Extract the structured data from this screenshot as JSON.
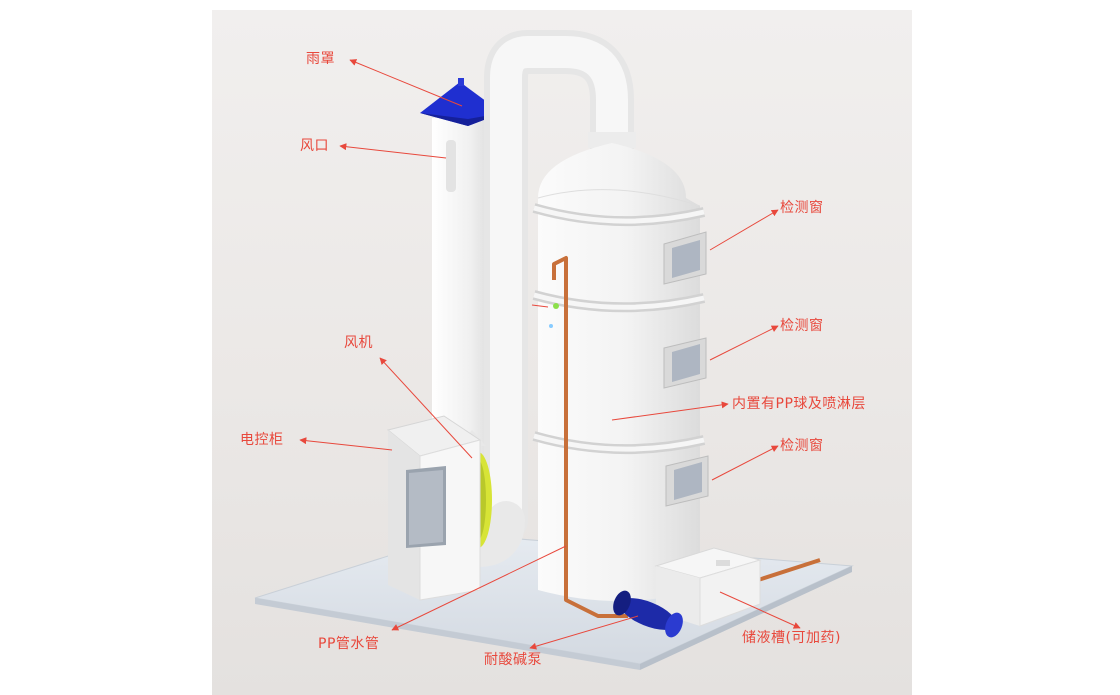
{
  "labels": {
    "rain_cover": "雨罩",
    "air_outlet": "风口",
    "inspection_window_1": "检测窗",
    "inspection_window_2": "检测窗",
    "inspection_window_3": "检测窗",
    "packing_layer": "内置有PP球及喷淋层",
    "fan": "风机",
    "control_cabinet": "电控柜",
    "pp_water_pipe": "PP管水管",
    "acid_alkali_pump": "耐酸碱泵",
    "liquid_tank": "储液槽(可加药)"
  },
  "colors": {
    "label_red": "#e8483c",
    "tower_white": "#f4f4f4",
    "rain_cover_blue": "#1f2fd0",
    "pump_blue": "#1d2aa8",
    "pipe_copper": "#c8703a",
    "fan_yellow": "#d7e436",
    "base_plate": "#dfe5ec"
  },
  "icons": [
    "arrow-icon"
  ]
}
